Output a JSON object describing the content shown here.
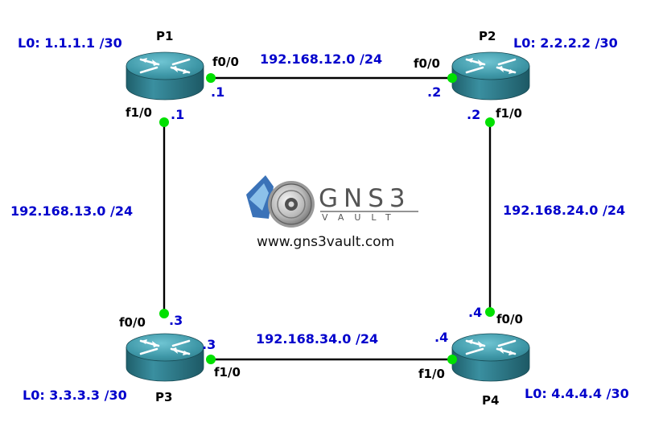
{
  "routers": [
    {
      "name": "P1",
      "loopback": "L0: 1.1.1.1 /30"
    },
    {
      "name": "P2",
      "loopback": "L0: 2.2.2.2 /30"
    },
    {
      "name": "P3",
      "loopback": "L0: 3.3.3.3 /30"
    },
    {
      "name": "P4",
      "loopback": "L0: 4.4.4.4 /30"
    }
  ],
  "links": [
    {
      "network": "192.168.12.0 /24",
      "end_a": {
        "interface": "f0/0",
        "host": ".1"
      },
      "end_b": {
        "interface": "f0/0",
        "host": ".2"
      }
    },
    {
      "network": "192.168.13.0 /24",
      "end_a": {
        "interface": "f1/0",
        "host": ".1"
      },
      "end_b": {
        "interface": "f0/0",
        "host": ".3"
      }
    },
    {
      "network": "192.168.24.0 /24",
      "end_a": {
        "interface": "f1/0",
        "host": ".2"
      },
      "end_b": {
        "interface": "f0/0",
        "host": ".4"
      }
    },
    {
      "network": "192.168.34.0 /24",
      "end_a": {
        "interface": "f1/0",
        "host": ".3"
      },
      "end_b": {
        "interface": "f1/0",
        "host": ".4"
      }
    }
  ],
  "logo": {
    "text": "GNS3",
    "subtext": "VAULT",
    "website": "www.gns3vault.com"
  },
  "colors": {
    "link": "#000000",
    "port": "#00e000",
    "router_top": "#3f98a8",
    "router_side": "#2a7583",
    "address": "#0000cc"
  }
}
